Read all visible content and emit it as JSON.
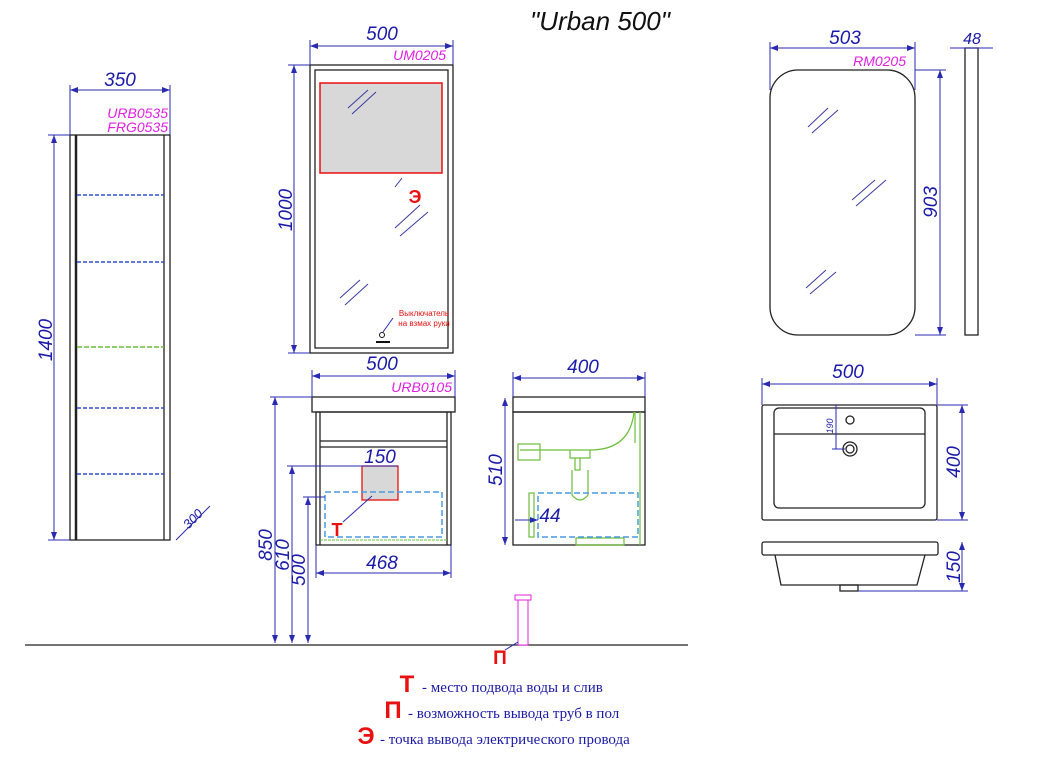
{
  "title": "\"Urban 500\"",
  "cabinet": {
    "width": "350",
    "height": "1400",
    "depth": "300",
    "codes": [
      "URB0535",
      "FRG0535"
    ]
  },
  "mirror_led": {
    "width": "500",
    "height": "1000",
    "code": "UM0205",
    "marker": "Э",
    "switch_note": [
      "Выключатель",
      "на взмах руки"
    ]
  },
  "vanity": {
    "width": "500",
    "code": "URB0105",
    "inner_width": "468",
    "box_width": "150",
    "heights": [
      "850",
      "610",
      "500"
    ],
    "marker": "Т"
  },
  "side_view": {
    "depth": "400",
    "height": "510",
    "offset": "44"
  },
  "floor_marker": "П",
  "mirror_round": {
    "width": "503",
    "height": "903",
    "thickness": "48",
    "code": "RM0205"
  },
  "basin": {
    "width": "500",
    "depth": "400",
    "tap_offset": "190",
    "height": "150"
  },
  "legend": [
    {
      "marker": "Т",
      "text": "- место подвода воды и слив"
    },
    {
      "marker": "П",
      "text": "- возможность вывода труб в пол"
    },
    {
      "marker": "Э",
      "text": "-  точка вывода электрического провода"
    }
  ],
  "colors": {
    "dimension": "#1a1aa8",
    "code": "#e020e0",
    "marker": "#e81010",
    "accent_green": "#6bbf3a",
    "dashed_blue": "#4a9ae0"
  }
}
